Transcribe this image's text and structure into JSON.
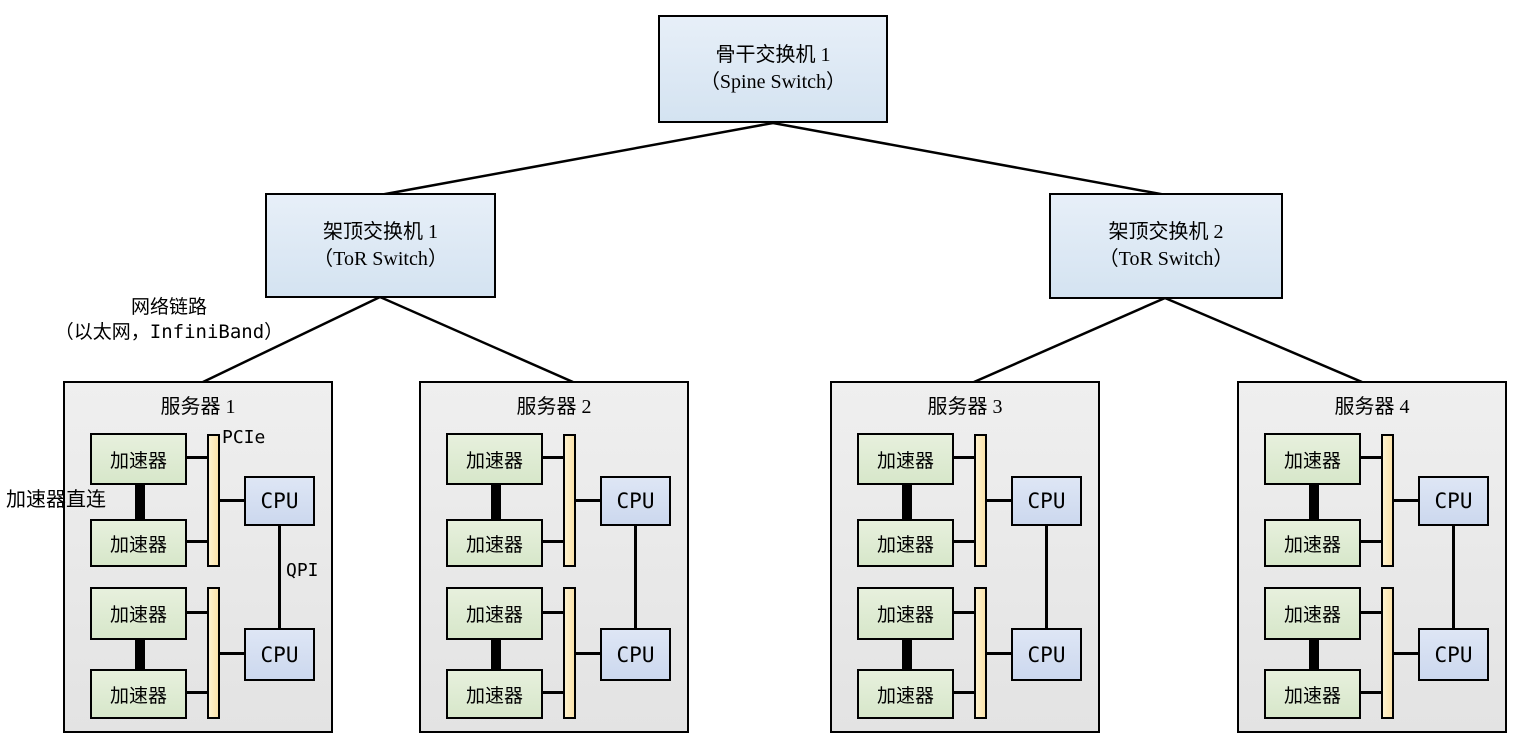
{
  "spine": {
    "line1": "骨干交换机 1",
    "line2": "（Spine Switch）"
  },
  "tors": [
    {
      "line1": "架顶交换机 1",
      "line2": "（ToR Switch）"
    },
    {
      "line1": "架顶交换机 2",
      "line2": "（ToR Switch）"
    }
  ],
  "servers": [
    {
      "title": "服务器 1"
    },
    {
      "title": "服务器 2"
    },
    {
      "title": "服务器 3"
    },
    {
      "title": "服务器 4"
    }
  ],
  "labels": {
    "accelerator": "加速器",
    "cpu": "CPU",
    "pcie": "PCIe",
    "qpi": "QPI",
    "network_line1": "网络链路",
    "network_line2": "（以太网，InfiniBand）",
    "accel_direct": "加速器直连"
  },
  "colors": {
    "switch_fill": "#dbe7f3",
    "server_fill": "#e8e8e8",
    "accelerator_fill": "#dfead4",
    "pcie_bar_fill": "#fce8b8",
    "cpu_fill": "#d3ddf1",
    "line": "#000000",
    "background": "#ffffff"
  }
}
